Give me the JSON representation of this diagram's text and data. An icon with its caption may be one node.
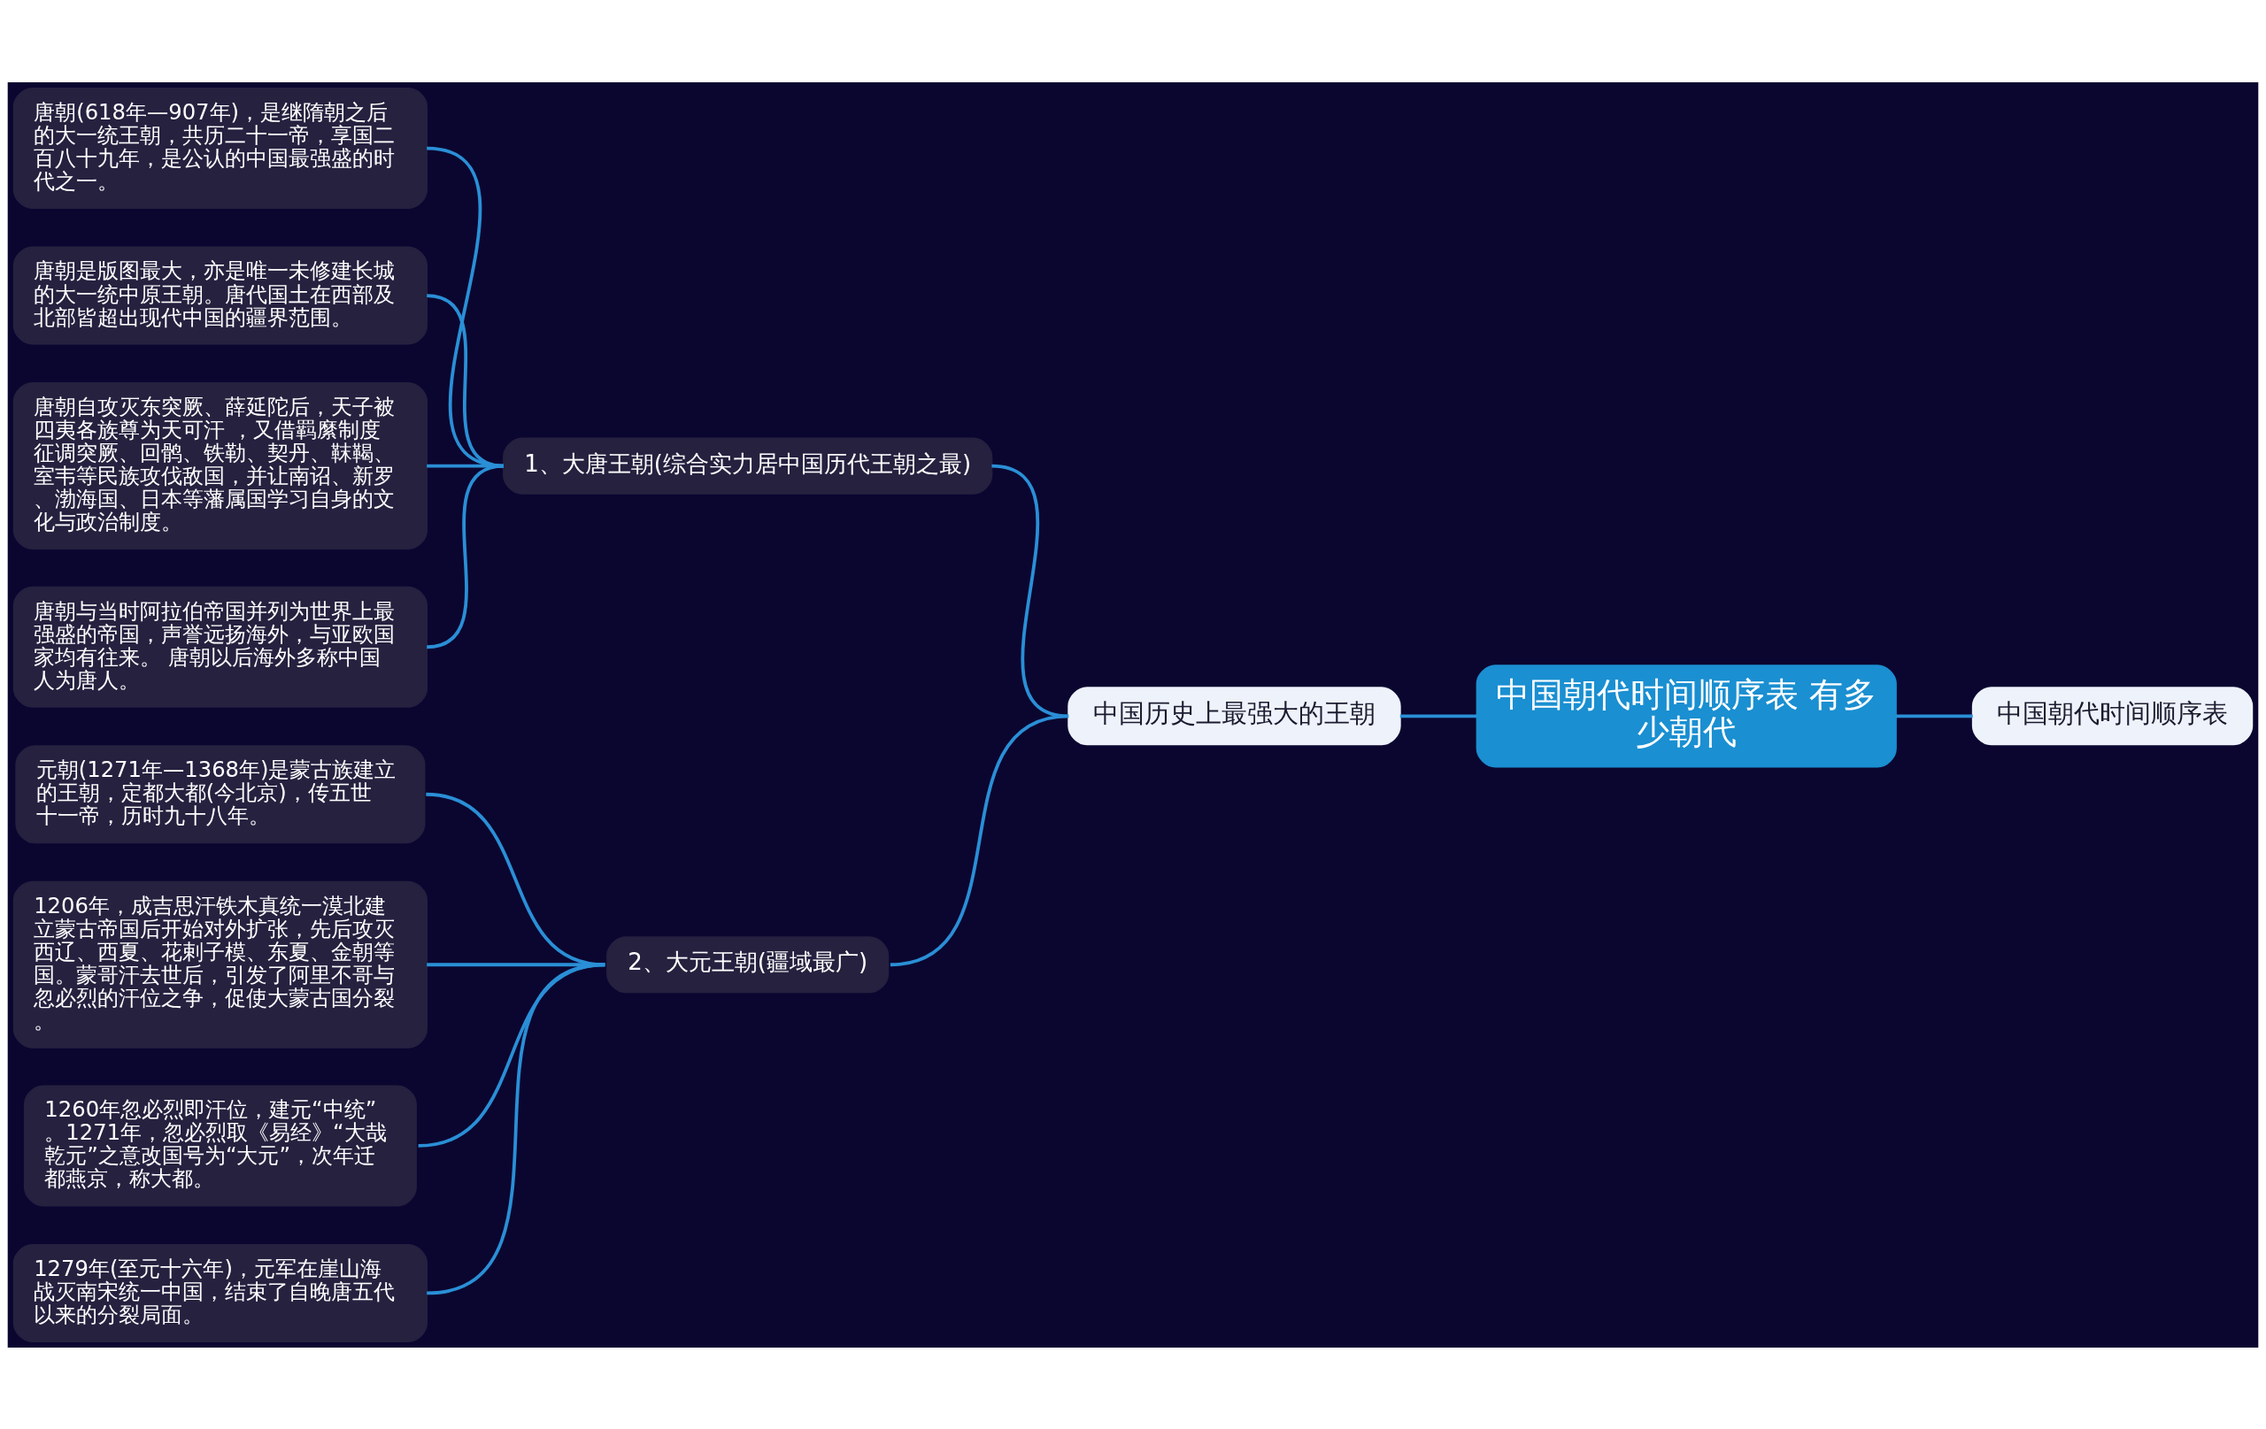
{
  "diagram": {
    "nodes": [
      {
        "text": [
          "中国朝代时间顺序表 有多少朝代"
        ]
      },
      {
        "text": [
          "中国历史上最强大的王朝"
        ]
      },
      {
        "text": [
          "中国朝代时间顺序表"
        ]
      },
      {
        "text": [
          "1、大唐王朝(综合实力居中国历代王朝之最)"
        ]
      },
      {
        "text": [
          "唐朝(618年—907年)，是继隋朝之后的大一统王朝，共历二十一帝，享国二百八十九年，是公认的中国最强盛的时代之一。"
        ]
      },
      {
        "text": [
          "唐朝是版图最大，亦是唯一未修建长城的大一统中原王朝。唐代国土在西部及北部皆超出现代中国的疆界范围。"
        ]
      },
      {
        "text": [
          "唐朝自攻灭东突厥、薛延陀后，天子被四夷各族尊为天可汗 ，又借羁縻制度征调突厥、回鹘、铁勒、契丹、靺鞨、室韦等民族攻伐敌国，并让南诏、新罗、渤海国、日本等藩属国学习自身的文化与政治制度。"
        ]
      },
      {
        "text": [
          "唐朝与当时阿拉伯帝国并列为世界上最强盛的帝国，声誉远扬海外，与亚欧国家均有往来。 唐朝以后海外多称中国人为唐人。"
        ]
      },
      {
        "text": [
          "2、大元王朝(疆域最广)"
        ]
      },
      {
        "text": [
          "元朝(1271年—1368年)是蒙古族建立的王朝，定都大都(今北京)，传五世十一帝，历时九十八年。"
        ]
      },
      {
        "text": [
          "1206年，成吉思汗铁木真统一漠北建立蒙古帝国后开始对外扩张，先后攻灭西辽、西夏、花剌子模、东夏、金朝等国。蒙哥汗去世后，引发了阿里不哥与忽必烈的汗位之争，促使大蒙古国分裂。"
        ]
      },
      {
        "text": [
          "1260年忽必烈即汗位，建元“中统”。1271年，忽必烈取《易经》“大哉乾元”之意改国号为“大元”，次年迁都燕京，称大都。"
        ]
      },
      {
        "text": [
          "1279年(至元十六年)，元军在崖山海战灭南宋统一中国，结束了自晚唐五代以来的分裂局面。"
        ]
      }
    ],
    "edges": [
      {
        "from": 0,
        "to": 1,
        "arrow": "none"
      },
      {
        "from": 0,
        "to": 2,
        "arrow": "none"
      },
      {
        "from": 1,
        "to": 3,
        "arrow": "none"
      },
      {
        "from": 3,
        "to": 4,
        "arrow": "none"
      },
      {
        "from": 3,
        "to": 5,
        "arrow": "none"
      },
      {
        "from": 3,
        "to": 6,
        "arrow": "none"
      },
      {
        "from": 3,
        "to": 7,
        "arrow": "none"
      },
      {
        "from": 1,
        "to": 8,
        "arrow": "none"
      },
      {
        "from": 8,
        "to": 9,
        "arrow": "none"
      },
      {
        "from": 8,
        "to": 10,
        "arrow": "none"
      },
      {
        "from": 8,
        "to": 11,
        "arrow": "none"
      },
      {
        "from": 8,
        "to": 12,
        "arrow": "none"
      }
    ]
  }
}
